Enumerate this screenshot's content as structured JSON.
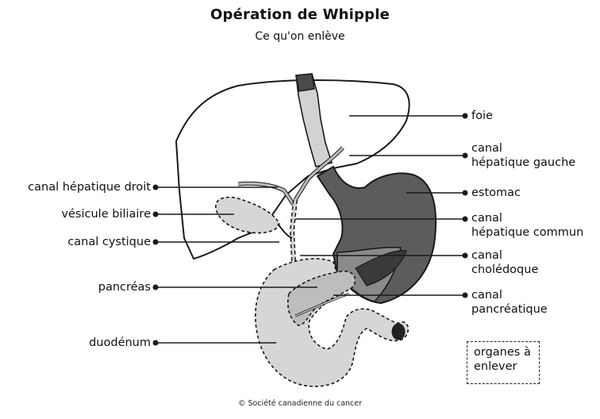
{
  "title": "Opération de Whipple",
  "subtitle": "Ce qu'on enlève",
  "labels": {
    "foie": "foie",
    "canal_hepatique_gauche_1": "canal",
    "canal_hepatique_gauche_2": "hépatique gauche",
    "estomac": "estomac",
    "canal_hepatique_commun_1": "canal",
    "canal_hepatique_commun_2": "hépatique commun",
    "canal_choledoque_1": "canal",
    "canal_choledoque_2": "cholédoque",
    "canal_pancreatique_1": "canal",
    "canal_pancreatique_2": "pancréatique",
    "canal_hepatique_droit": "canal hépatique droit",
    "vesicule_biliaire": "vésicule biliaire",
    "canal_cystique": "canal cystique",
    "pancreas": "pancréas",
    "duodenum": "duodénum"
  },
  "legend": {
    "line1": "organes à",
    "line2": "enlever"
  },
  "credit": "© Société canadienne du cancer",
  "colors": {
    "stroke": "#1a1a1a",
    "light_gray": "#cfcfcf",
    "duct_gray": "#b5b5b5",
    "stomach_dark": "#555555",
    "stomach_darker": "#3a3a3a",
    "background": "#ffffff"
  }
}
